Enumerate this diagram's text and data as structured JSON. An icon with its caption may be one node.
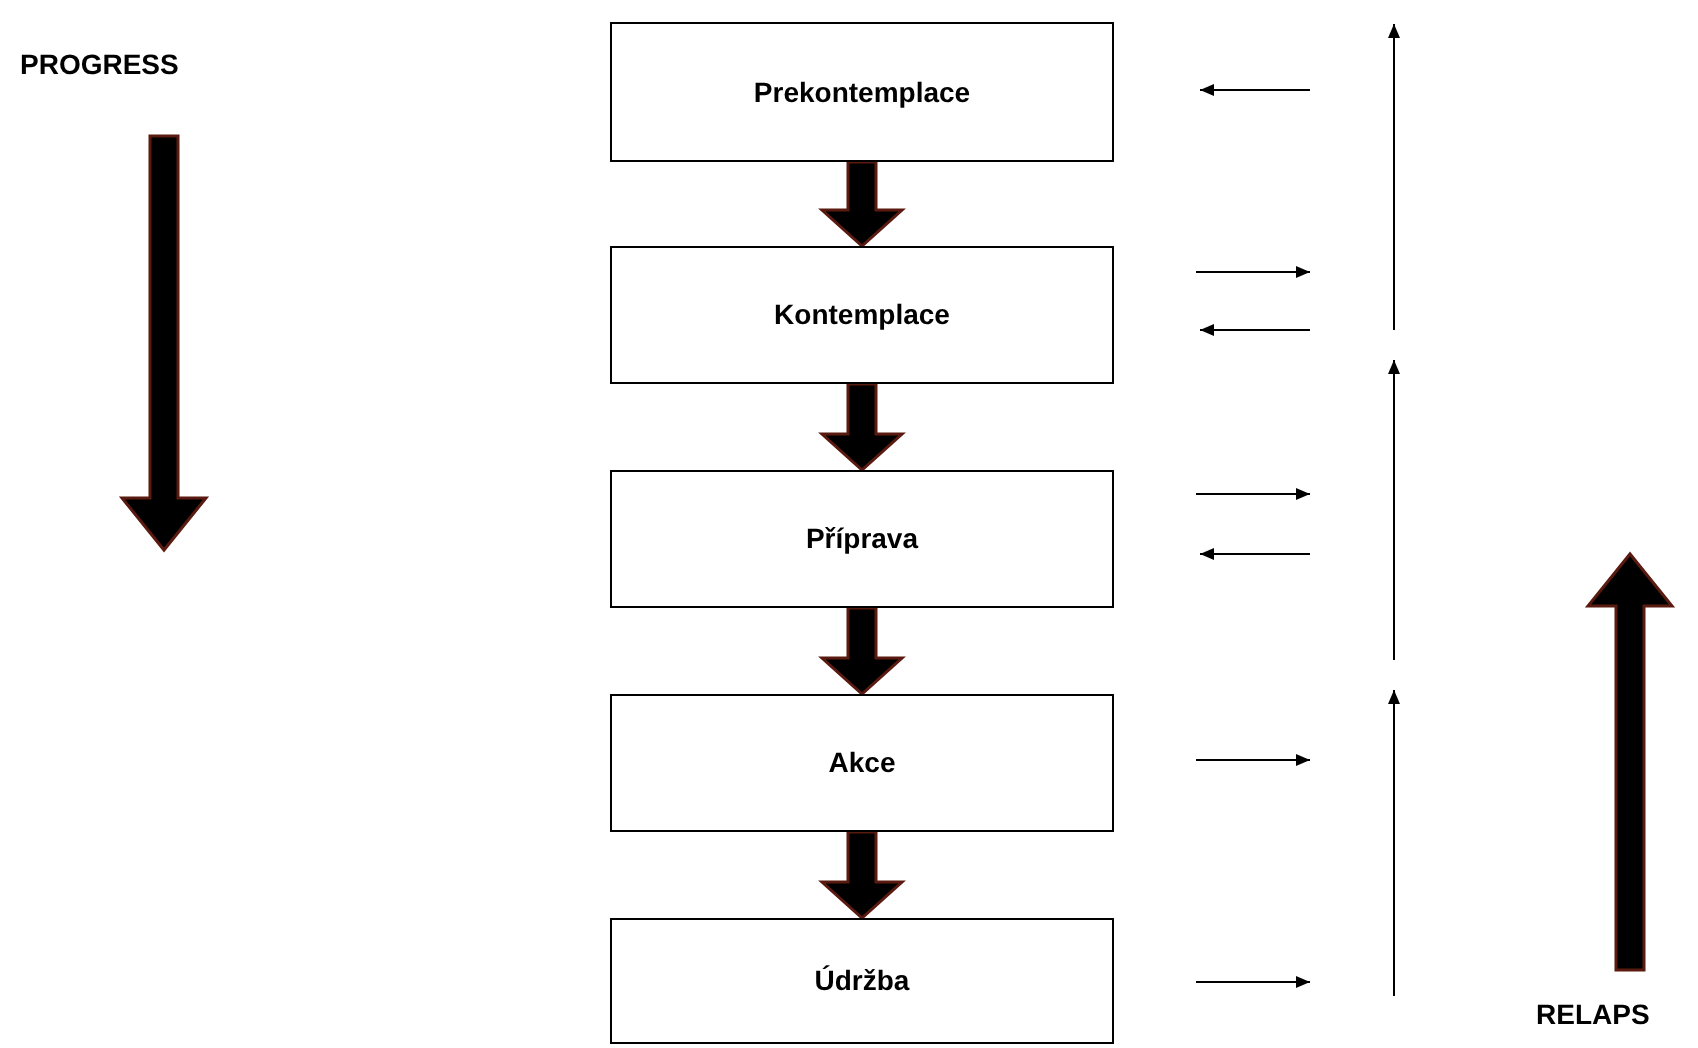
{
  "diagram": {
    "nodes": [
      {
        "text": [
          "Prekontemplace"
        ]
      },
      {
        "text": [
          "Kontemplace"
        ]
      },
      {
        "text": [
          "Příprava"
        ]
      },
      {
        "text": [
          "Akce"
        ]
      },
      {
        "text": [
          "Údržba"
        ]
      }
    ],
    "edges": [
      {
        "from": 0,
        "to": 1,
        "arrow": "to",
        "style": "thick"
      },
      {
        "from": 1,
        "to": 2,
        "arrow": "to",
        "style": "thick"
      },
      {
        "from": 2,
        "to": 3,
        "arrow": "to",
        "style": "thick"
      },
      {
        "from": 3,
        "to": 4,
        "arrow": "to",
        "style": "thick"
      }
    ],
    "labels": [
      "PROGRESS",
      "RELAPS"
    ]
  }
}
